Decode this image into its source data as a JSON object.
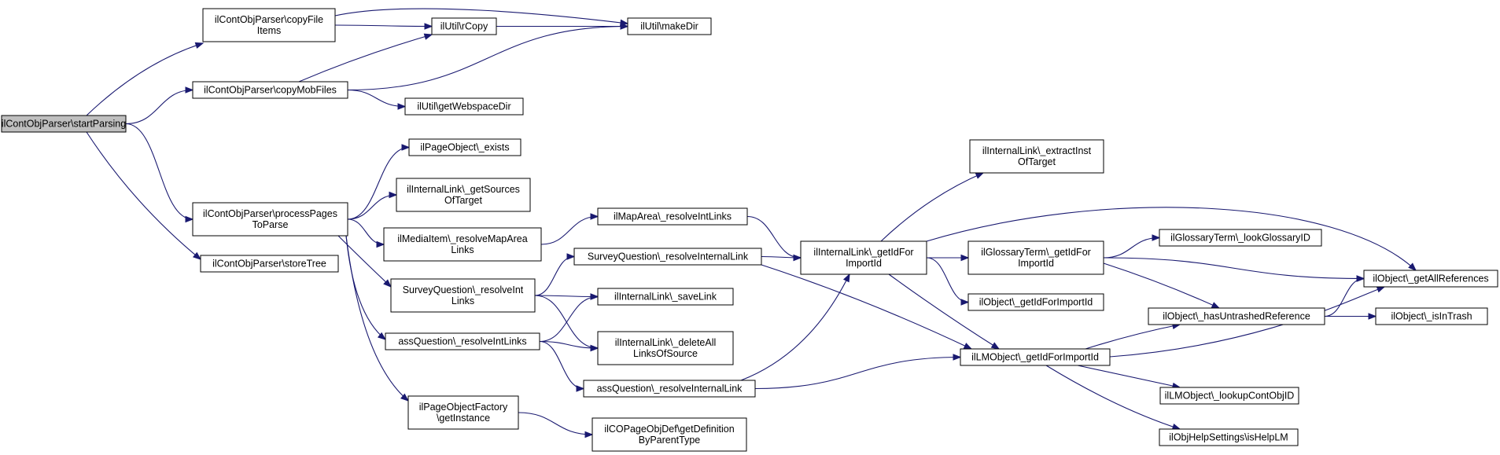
{
  "colors": {
    "edge": "#191970",
    "node_fill": "#ffffff",
    "root_fill": "#bfbfbf",
    "border": "#000000"
  },
  "nodes": [
    {
      "id": "start",
      "lines": [
        "ilContObjParser\\startParsing"
      ],
      "root": true
    },
    {
      "id": "copyFileItems",
      "lines": [
        "ilContObjParser\\copyFile",
        "Items"
      ]
    },
    {
      "id": "copyMobFiles",
      "lines": [
        "ilContObjParser\\copyMobFiles"
      ]
    },
    {
      "id": "processPages",
      "lines": [
        "ilContObjParser\\processPages",
        "ToParse"
      ]
    },
    {
      "id": "storeTree",
      "lines": [
        "ilContObjParser\\storeTree"
      ]
    },
    {
      "id": "rCopy",
      "lines": [
        "ilUtil\\rCopy"
      ]
    },
    {
      "id": "makeDir",
      "lines": [
        "ilUtil\\makeDir"
      ]
    },
    {
      "id": "getWebspaceDir",
      "lines": [
        "ilUtil\\getWebspaceDir"
      ]
    },
    {
      "id": "pageExists",
      "lines": [
        "ilPageObject\\_exists"
      ]
    },
    {
      "id": "getSources",
      "lines": [
        "ilInternalLink\\_getSources",
        "OfTarget"
      ]
    },
    {
      "id": "resolveMapArea",
      "lines": [
        "ilMediaItem\\_resolveMapArea",
        "Links"
      ]
    },
    {
      "id": "surveyIntLinks",
      "lines": [
        "SurveyQuestion\\_resolveInt",
        "Links"
      ]
    },
    {
      "id": "assIntLinks",
      "lines": [
        "assQuestion\\_resolveIntLinks"
      ]
    },
    {
      "id": "pageFactory",
      "lines": [
        "ilPageObjectFactory",
        "\\getInstance"
      ]
    },
    {
      "id": "mapAreaResolve",
      "lines": [
        "ilMapArea\\_resolveIntLinks"
      ]
    },
    {
      "id": "surveyInternalLink",
      "lines": [
        "SurveyQuestion\\_resolveInternalLink"
      ]
    },
    {
      "id": "saveLink",
      "lines": [
        "ilInternalLink\\_saveLink"
      ]
    },
    {
      "id": "deleteAll",
      "lines": [
        "ilInternalLink\\_deleteAll",
        "LinksOfSource"
      ]
    },
    {
      "id": "assInternalLink",
      "lines": [
        "assQuestion\\_resolveInternalLink"
      ]
    },
    {
      "id": "getDefinition",
      "lines": [
        "ilCOPageObjDef\\getDefinition",
        "ByParentType"
      ]
    },
    {
      "id": "extractInst",
      "lines": [
        "ilInternalLink\\_extractInst",
        "OfTarget"
      ]
    },
    {
      "id": "linkGetId",
      "lines": [
        "ilInternalLink\\_getIdFor",
        "ImportId"
      ]
    },
    {
      "id": "glossaryGetId",
      "lines": [
        "ilGlossaryTerm\\_getIdFor",
        "ImportId"
      ]
    },
    {
      "id": "objectGetId",
      "lines": [
        "ilObject\\_getIdForImportId"
      ]
    },
    {
      "id": "lmGetId",
      "lines": [
        "ilLMObject\\_getIdForImportId"
      ]
    },
    {
      "id": "lookupGlossary",
      "lines": [
        "ilGlossaryTerm\\_lookGlossaryID"
      ]
    },
    {
      "id": "hasUntrashed",
      "lines": [
        "ilObject\\_hasUntrashedReference"
      ]
    },
    {
      "id": "lookupContObj",
      "lines": [
        "ilLMObject\\_lookupContObjID"
      ]
    },
    {
      "id": "isHelpLM",
      "lines": [
        "ilObjHelpSettings\\isHelpLM"
      ]
    },
    {
      "id": "getAllRefs",
      "lines": [
        "ilObject\\_getAllReferences"
      ]
    },
    {
      "id": "isInTrash",
      "lines": [
        "ilObject\\_isInTrash"
      ]
    }
  ],
  "edges": [
    [
      "start",
      "copyFileItems"
    ],
    [
      "start",
      "copyMobFiles"
    ],
    [
      "start",
      "processPages"
    ],
    [
      "start",
      "storeTree"
    ],
    [
      "copyFileItems",
      "rCopy"
    ],
    [
      "copyFileItems",
      "makeDir"
    ],
    [
      "copyMobFiles",
      "rCopy"
    ],
    [
      "copyMobFiles",
      "makeDir"
    ],
    [
      "copyMobFiles",
      "getWebspaceDir"
    ],
    [
      "rCopy",
      "makeDir"
    ],
    [
      "processPages",
      "pageExists"
    ],
    [
      "processPages",
      "getSources"
    ],
    [
      "processPages",
      "resolveMapArea"
    ],
    [
      "processPages",
      "surveyIntLinks"
    ],
    [
      "processPages",
      "assIntLinks"
    ],
    [
      "processPages",
      "pageFactory"
    ],
    [
      "resolveMapArea",
      "mapAreaResolve"
    ],
    [
      "mapAreaResolve",
      "linkGetId"
    ],
    [
      "surveyIntLinks",
      "surveyInternalLink"
    ],
    [
      "surveyIntLinks",
      "saveLink"
    ],
    [
      "surveyIntLinks",
      "deleteAll"
    ],
    [
      "assIntLinks",
      "saveLink"
    ],
    [
      "assIntLinks",
      "deleteAll"
    ],
    [
      "assIntLinks",
      "assInternalLink"
    ],
    [
      "pageFactory",
      "getDefinition"
    ],
    [
      "surveyInternalLink",
      "linkGetId"
    ],
    [
      "surveyInternalLink",
      "lmGetId"
    ],
    [
      "assInternalLink",
      "linkGetId"
    ],
    [
      "assInternalLink",
      "lmGetId"
    ],
    [
      "linkGetId",
      "extractInst"
    ],
    [
      "linkGetId",
      "glossaryGetId"
    ],
    [
      "linkGetId",
      "objectGetId"
    ],
    [
      "linkGetId",
      "lmGetId"
    ],
    [
      "linkGetId",
      "getAllRefs"
    ],
    [
      "glossaryGetId",
      "lookupGlossary"
    ],
    [
      "glossaryGetId",
      "hasUntrashed"
    ],
    [
      "glossaryGetId",
      "getAllRefs"
    ],
    [
      "lmGetId",
      "hasUntrashed"
    ],
    [
      "lmGetId",
      "lookupContObj"
    ],
    [
      "lmGetId",
      "isHelpLM"
    ],
    [
      "lmGetId",
      "getAllRefs"
    ],
    [
      "hasUntrashed",
      "getAllRefs"
    ],
    [
      "hasUntrashed",
      "isInTrash"
    ]
  ]
}
